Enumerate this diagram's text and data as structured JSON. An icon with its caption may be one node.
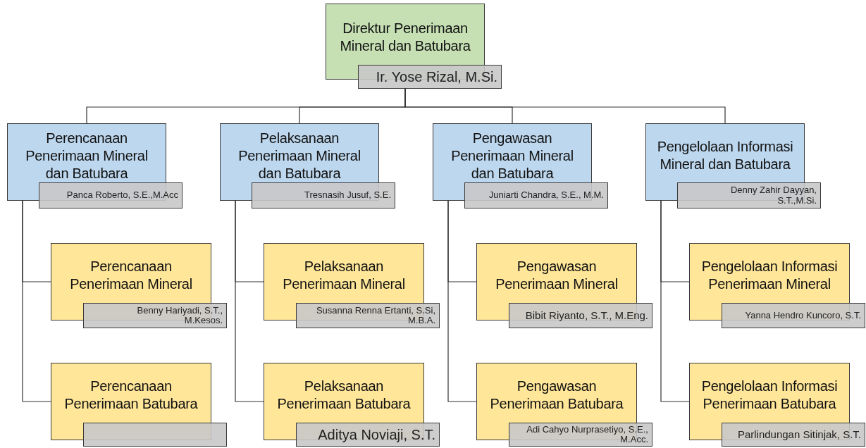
{
  "diagram": {
    "nodes": [
      {
        "text": [
          "Direktur Penerimaan Mineral dan Batubara"
        ]
      },
      {
        "text": [
          "Ir. Yose Rizal, M.Si."
        ]
      },
      {
        "text": [
          "Perencanaan Penerimaan Mineral dan Batubara"
        ]
      },
      {
        "text": [
          "Panca Roberto, S.E.,M.Acc"
        ]
      },
      {
        "text": [
          "Pelaksanaan Penerimaan Mineral dan Batubara"
        ]
      },
      {
        "text": [
          "Tresnasih Jusuf, S.E."
        ]
      },
      {
        "text": [
          "Pengawasan Penerimaan Mineral dan Batubara"
        ]
      },
      {
        "text": [
          "Juniarti Chandra, S.E., M.M."
        ]
      },
      {
        "text": [
          "Pengelolaan Informasi Mineral dan Batubara"
        ]
      },
      {
        "text": [
          "Denny Zahir Dayyan, S.T.,M.Si."
        ]
      },
      {
        "text": [
          "Perencanaan Penerimaan Mineral"
        ]
      },
      {
        "text": [
          "Benny Hariyadi, S.T., M.Kesos."
        ]
      },
      {
        "text": [
          "Pelaksanaan Penerimaan Mineral"
        ]
      },
      {
        "text": [
          "Susanna Renna Ertanti, S.Si, M.B.A."
        ]
      },
      {
        "text": [
          "Pengawasan Penerimaan Mineral"
        ]
      },
      {
        "text": [
          "Bibit Riyanto, S.T., M.Eng."
        ]
      },
      {
        "text": [
          "Pengelolaan Informasi Penerimaan Mineral"
        ]
      },
      {
        "text": [
          "Yanna Hendro Kuncoro, S.T."
        ]
      },
      {
        "text": [
          "Perencanaan Penerimaan Batubara"
        ]
      },
      {
        "text": [],
        "shape": "box"
      },
      {
        "text": [
          "Pelaksanaan Penerimaan Batubara"
        ]
      },
      {
        "text": [
          "Aditya Noviaji, S.T."
        ]
      },
      {
        "text": [
          "Pengawasan Penerimaan Batubara"
        ]
      },
      {
        "text": [
          "Adi Cahyo Nurprasetiyo, S.E., M.Acc."
        ]
      },
      {
        "text": [
          "Pengelolaan Informasi Penerimaan Batubara"
        ]
      },
      {
        "text": [
          "Parlindungan Sitinjak, S.T."
        ]
      }
    ],
    "edges": [
      {
        "from": 1,
        "to": 2,
        "arrow": "none"
      },
      {
        "from": 1,
        "to": 4,
        "arrow": "none"
      },
      {
        "from": 1,
        "to": 6,
        "arrow": "none"
      },
      {
        "from": 1,
        "to": 8,
        "arrow": "none"
      },
      {
        "from": 2,
        "to": 10,
        "arrow": "none"
      },
      {
        "from": 2,
        "to": 18,
        "arrow": "none"
      },
      {
        "from": 4,
        "to": 12,
        "arrow": "none"
      },
      {
        "from": 4,
        "to": 20,
        "arrow": "none"
      },
      {
        "from": 6,
        "to": 14,
        "arrow": "none"
      },
      {
        "from": 6,
        "to": 22,
        "arrow": "none"
      },
      {
        "from": 8,
        "to": 16,
        "arrow": "none"
      },
      {
        "from": 8,
        "to": 24,
        "arrow": "none"
      }
    ]
  }
}
